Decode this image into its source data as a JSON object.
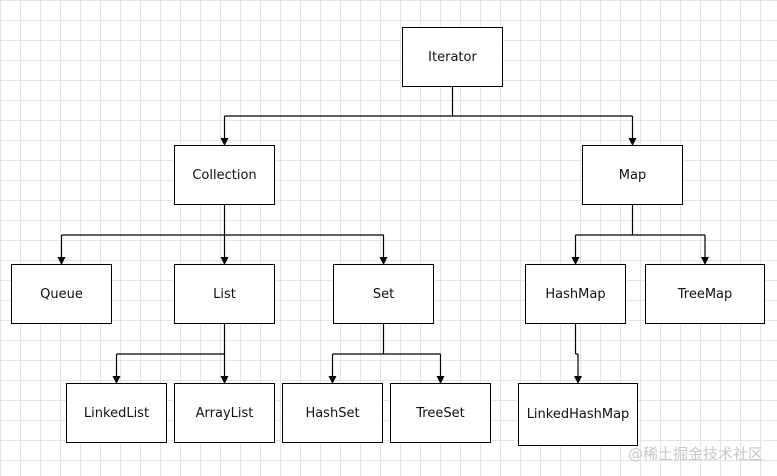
{
  "diagram": {
    "nodes": {
      "iterator": "Iterator",
      "collection": "Collection",
      "map": "Map",
      "queue": "Queue",
      "list": "List",
      "set": "Set",
      "hashmap": "HashMap",
      "treemap": "TreeMap",
      "linkedlist": "LinkedList",
      "arraylist": "ArrayList",
      "hashset": "HashSet",
      "treeset": "TreeSet",
      "linkedhashmap": "LinkedHashMap"
    },
    "edges": [
      {
        "from": "iterator",
        "to": "collection"
      },
      {
        "from": "iterator",
        "to": "map"
      },
      {
        "from": "collection",
        "to": "queue"
      },
      {
        "from": "collection",
        "to": "list"
      },
      {
        "from": "collection",
        "to": "set"
      },
      {
        "from": "map",
        "to": "hashmap"
      },
      {
        "from": "map",
        "to": "treemap"
      },
      {
        "from": "list",
        "to": "linkedlist"
      },
      {
        "from": "list",
        "to": "arraylist"
      },
      {
        "from": "set",
        "to": "hashset"
      },
      {
        "from": "set",
        "to": "treeset"
      },
      {
        "from": "hashmap",
        "to": "linkedhashmap"
      }
    ],
    "colors": {
      "line": "#000000",
      "grid": "#e4e4e4",
      "watermark": "#c8c8c8"
    }
  },
  "watermark": "@稀土掘金技术社区"
}
